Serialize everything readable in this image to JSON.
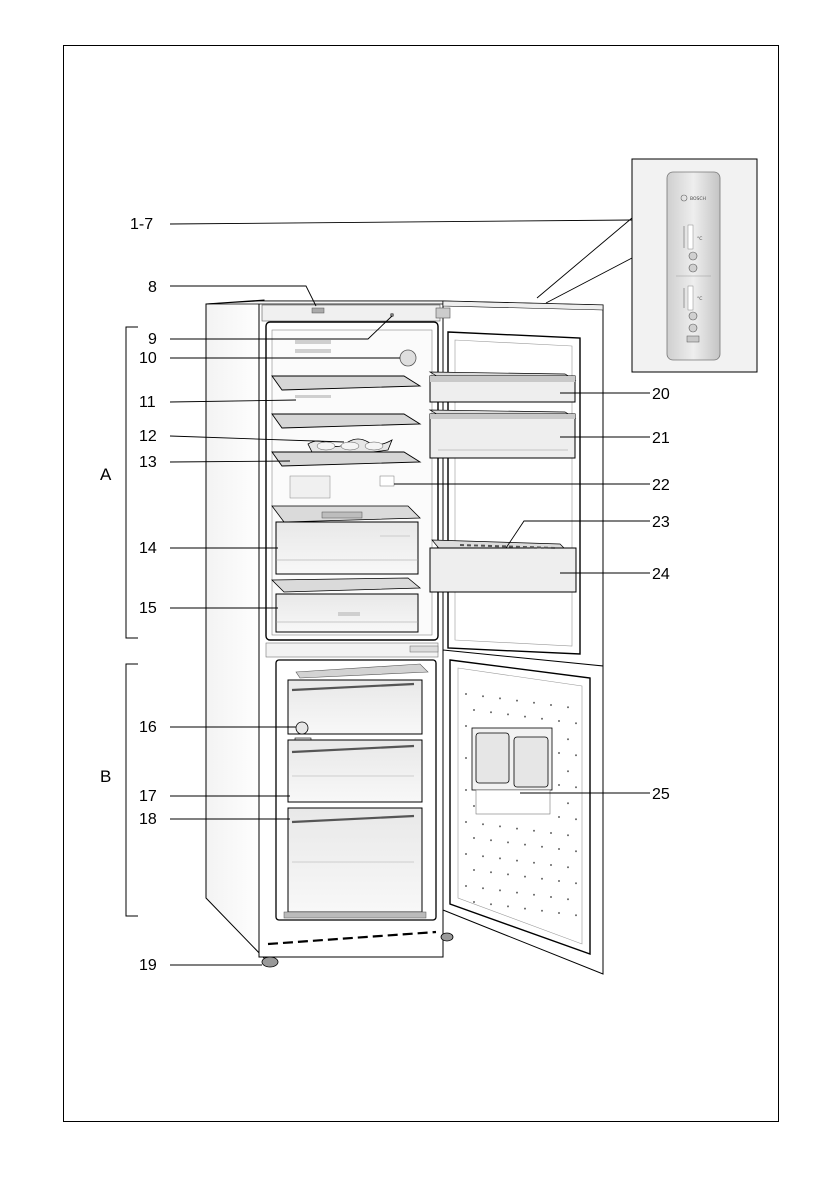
{
  "labels_left": [
    {
      "id": "1-7",
      "text": "1-7"
    },
    {
      "id": "8",
      "text": "8"
    },
    {
      "id": "9",
      "text": "9"
    },
    {
      "id": "10",
      "text": "10"
    },
    {
      "id": "11",
      "text": "11"
    },
    {
      "id": "12",
      "text": "12"
    },
    {
      "id": "13",
      "text": "13"
    },
    {
      "id": "14",
      "text": "14"
    },
    {
      "id": "15",
      "text": "15"
    },
    {
      "id": "16",
      "text": "16"
    },
    {
      "id": "17",
      "text": "17"
    },
    {
      "id": "18",
      "text": "18"
    },
    {
      "id": "19",
      "text": "19"
    }
  ],
  "labels_right": [
    {
      "id": "20",
      "text": "20"
    },
    {
      "id": "21",
      "text": "21"
    },
    {
      "id": "22",
      "text": "22"
    },
    {
      "id": "23",
      "text": "23"
    },
    {
      "id": "24",
      "text": "24"
    },
    {
      "id": "25",
      "text": "25"
    }
  ],
  "sections": {
    "a": "A",
    "b": "B"
  },
  "control_panel": {
    "brand": "BOSCH",
    "unit": "°C"
  },
  "colors": {
    "line": "#000000",
    "appliance": "#ffffff",
    "shelf": "#d9d9d9",
    "panel": "#e6e6e6",
    "shadow": "#9a9a9a"
  }
}
